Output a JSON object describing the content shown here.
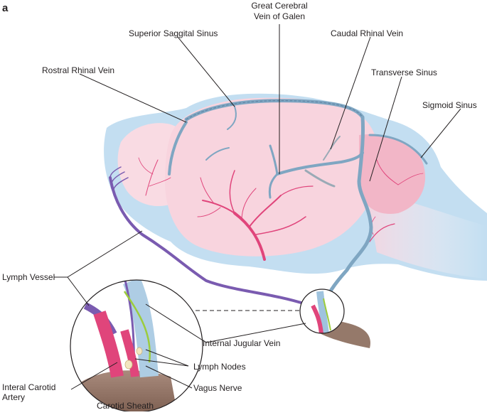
{
  "panel_letter": "a",
  "labels": {
    "great_cerebral_vein_line1": "Great Cerebral",
    "great_cerebral_vein_line2": "Vein of Galen",
    "superior_sagittal_sinus": "Superior Saggital Sinus",
    "caudal_rhinal_vein": "Caudal Rhinal Vein",
    "rostral_rhinal_vein": "Rostral Rhinal Vein",
    "transverse_sinus": "Transverse Sinus",
    "sigmoid_sinus": "Sigmoid Sinus",
    "lymph_vessel": "Lymph Vessel",
    "internal_jugular_vein": "Internal Jugular Vein",
    "lymph_nodes": "Lymph Nodes",
    "internal_carotid_line1": "Interal Carotid",
    "internal_carotid_line2": "Artery",
    "vagus_nerve": "Vagus Nerve",
    "carotid_sheath": "Carotid Sheath"
  },
  "colors": {
    "skull_blue": "#b9d8ee",
    "brain_pink": "#f7d3de",
    "vein_blue": "#7fa6c2",
    "vein_dark": "#4f7ea3",
    "artery_pink": "#e0457b",
    "lymph_purple": "#7a5bb0",
    "nerve_green": "#9ccc3c",
    "sheath_brown": "#8a6a5a"
  }
}
